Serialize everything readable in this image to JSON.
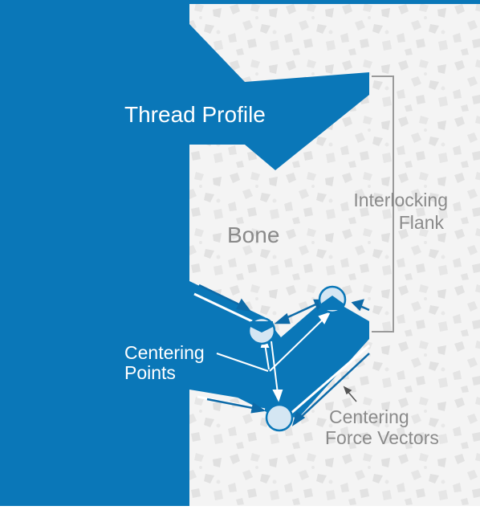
{
  "diagram": {
    "labels": {
      "thread_profile": "Thread Profile",
      "bone": "Bone",
      "interlocking_flank_line1": "Interlocking",
      "interlocking_flank_line2": "Flank",
      "centering_points_line1": "Centering",
      "centering_points_line2": "Points",
      "centering_force_line1": "Centering",
      "centering_force_line2": "Force Vectors"
    },
    "colors": {
      "thread_blue": "#0a77b8",
      "bone_background": "#f4f4f4",
      "bone_speckle": "#e3e3e3",
      "label_gray": "#8a8a8a",
      "centering_point_fill": "#d4e6f3",
      "bracket_gray": "#9a9a9a"
    }
  }
}
